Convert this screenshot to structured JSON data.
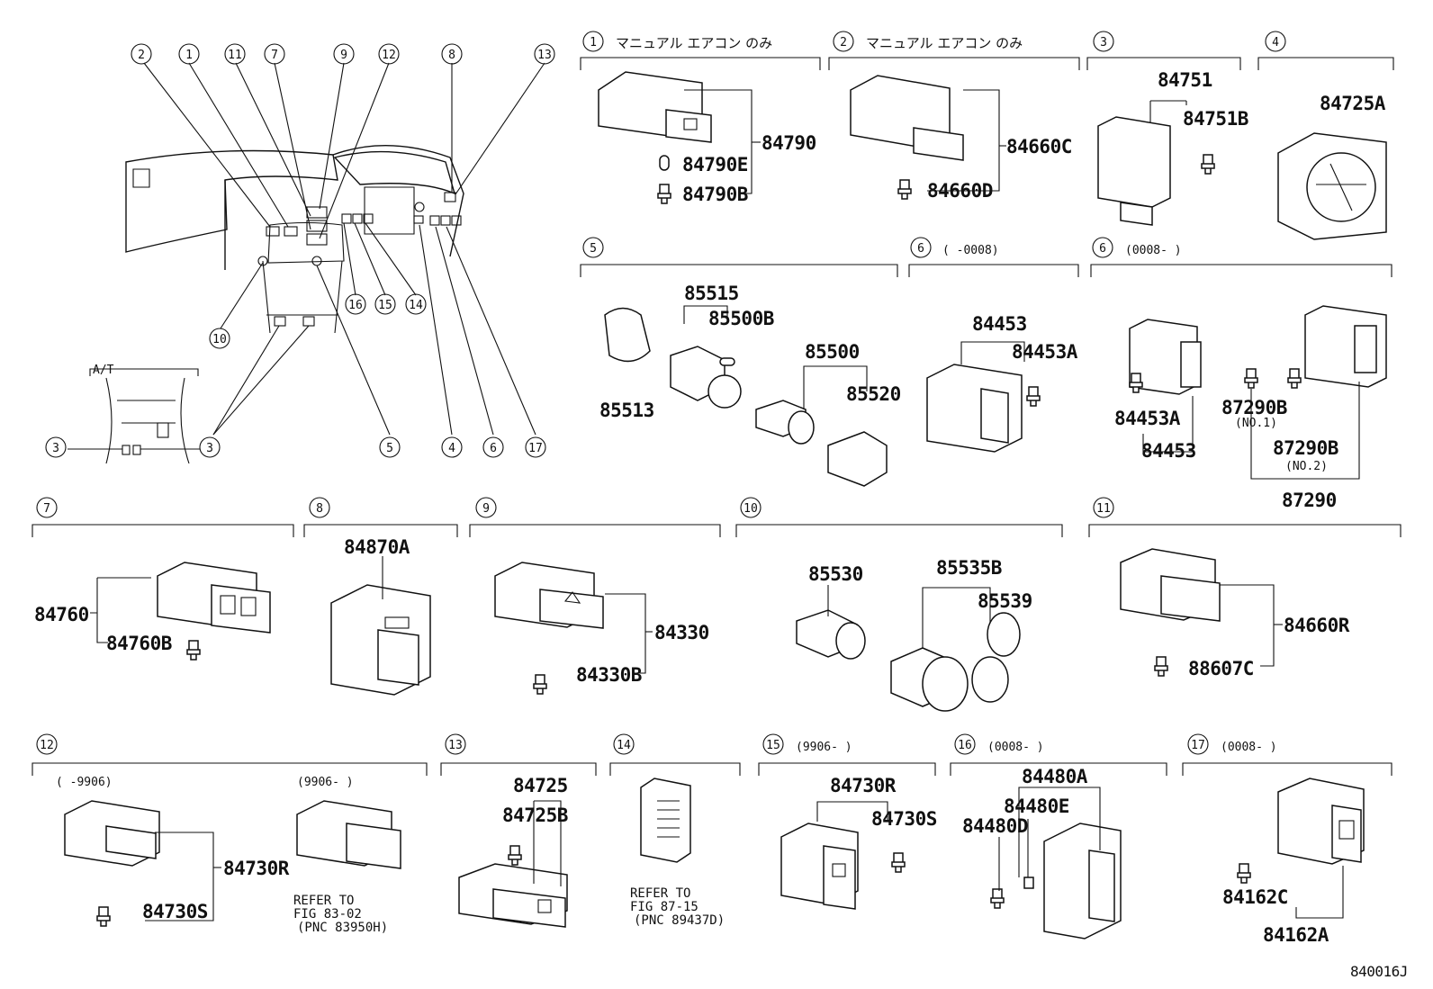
{
  "overview": {
    "refs": [
      {
        "n": "2"
      },
      {
        "n": "1"
      },
      {
        "n": "11"
      },
      {
        "n": "7"
      },
      {
        "n": "9"
      },
      {
        "n": "12"
      },
      {
        "n": "8"
      },
      {
        "n": "13"
      },
      {
        "n": "10"
      },
      {
        "n": "16"
      },
      {
        "n": "15"
      },
      {
        "n": "14"
      },
      {
        "n": "3"
      },
      {
        "n": "5"
      },
      {
        "n": "4"
      },
      {
        "n": "6"
      },
      {
        "n": "17"
      }
    ],
    "at_label": "A/T",
    "at_left": "3",
    "at_right": "3"
  },
  "sections": [
    {
      "n": "1",
      "title": "マニュアル エアコン のみ",
      "parts": [
        "84790",
        "84790E",
        "84790B"
      ]
    },
    {
      "n": "2",
      "title": "マニュアル エアコン のみ",
      "parts": [
        "84660C",
        "84660D"
      ]
    },
    {
      "n": "3",
      "title": "",
      "parts": [
        "84751",
        "84751B"
      ]
    },
    {
      "n": "4",
      "title": "",
      "parts": [
        "84725A"
      ]
    },
    {
      "n": "5",
      "title": "",
      "parts": [
        "85515",
        "85500B",
        "85513",
        "85500",
        "85520"
      ]
    },
    {
      "n": "6",
      "title": "(      -0008)",
      "parts": [
        "84453",
        "84453A"
      ]
    },
    {
      "n": "6",
      "title": "(0008-      )",
      "parts": [
        "84453A",
        "84453",
        "87290B",
        "(NO.1)",
        "87290B",
        "(NO.2)",
        "87290"
      ]
    },
    {
      "n": "7",
      "title": "",
      "parts": [
        "84760",
        "84760B"
      ]
    },
    {
      "n": "8",
      "title": "",
      "parts": [
        "84870A"
      ]
    },
    {
      "n": "9",
      "title": "",
      "parts": [
        "84330",
        "84330B"
      ]
    },
    {
      "n": "10",
      "title": "",
      "parts": [
        "85530",
        "85535B",
        "85539"
      ]
    },
    {
      "n": "11",
      "title": "",
      "parts": [
        "84660R",
        "88607C"
      ]
    },
    {
      "n": "12",
      "title": "",
      "sub_a": "(    -9906)",
      "sub_b": "(9906-      )",
      "parts": [
        "84730R",
        "84730S"
      ],
      "refer": [
        "REFER TO",
        "FIG 83-02",
        "(PNC 83950H)"
      ]
    },
    {
      "n": "13",
      "title": "",
      "parts": [
        "84725",
        "84725B"
      ]
    },
    {
      "n": "14",
      "title": "",
      "parts": [],
      "refer": [
        "REFER TO",
        "FIG 87-15",
        "(PNC 89437D)"
      ]
    },
    {
      "n": "15",
      "title": "(9906-      )",
      "parts": [
        "84730R",
        "84730S"
      ]
    },
    {
      "n": "16",
      "title": "(0008-      )",
      "parts": [
        "84480A",
        "84480E",
        "84480D"
      ]
    },
    {
      "n": "17",
      "title": "(0008-      )",
      "parts": [
        "84162C",
        "84162A"
      ]
    }
  ],
  "figure_code": "840016J"
}
